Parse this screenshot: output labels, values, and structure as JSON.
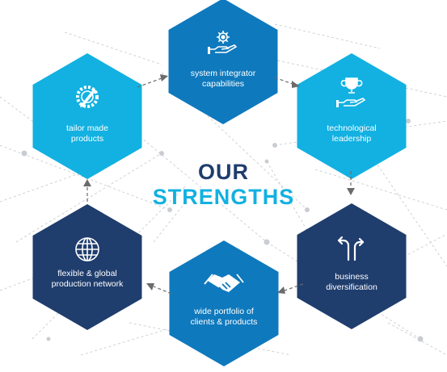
{
  "title": {
    "line1": "OUR",
    "line2": "STRENGTHS"
  },
  "colors": {
    "navy": "#1f3d6d",
    "blue": "#0f79bd",
    "cyan": "#12b1e1",
    "title_dark": "#1f3d6d",
    "title_light": "#12b1e1",
    "network": "#c9cdd2",
    "arrow": "#6b6b6b"
  },
  "hexagons": [
    {
      "id": "system-integrator",
      "label": "system integrator\ncapabilities",
      "icon": "gear-hand-icon",
      "color": "blue"
    },
    {
      "id": "technological-leadership",
      "label": "technological\nleadership",
      "icon": "trophy-hand-icon",
      "color": "cyan"
    },
    {
      "id": "business-diversification",
      "label": "business\ndiversification",
      "icon": "split-arrow-icon",
      "color": "navy"
    },
    {
      "id": "wide-portfolio",
      "label": "wide portfolio of\nclients & products",
      "icon": "handshake-icon",
      "color": "blue"
    },
    {
      "id": "flexible-global",
      "label": "flexible & global\nproduction network",
      "icon": "globe-icon",
      "color": "navy"
    },
    {
      "id": "tailor-made",
      "label": "tailor made\nproducts",
      "icon": "gear-pencil-icon",
      "color": "cyan"
    }
  ]
}
